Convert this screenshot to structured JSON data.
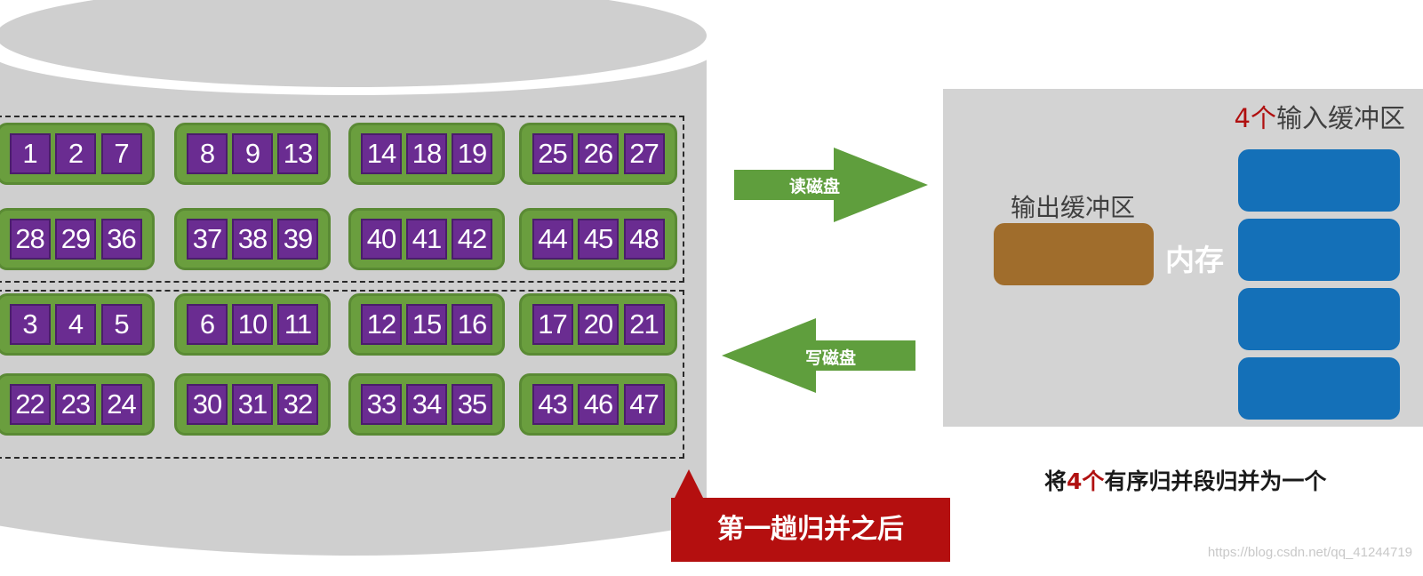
{
  "disk": {
    "groups": [
      {
        "rows": [
          [
            [
              "1",
              "2",
              "7"
            ],
            [
              "8",
              "9",
              "13"
            ],
            [
              "14",
              "18",
              "19"
            ],
            [
              "25",
              "26",
              "27"
            ]
          ],
          [
            [
              "28",
              "29",
              "36"
            ],
            [
              "37",
              "38",
              "39"
            ],
            [
              "40",
              "41",
              "42"
            ],
            [
              "44",
              "45",
              "48"
            ]
          ]
        ]
      },
      {
        "rows": [
          [
            [
              "3",
              "4",
              "5"
            ],
            [
              "6",
              "10",
              "11"
            ],
            [
              "12",
              "15",
              "16"
            ],
            [
              "17",
              "20",
              "21"
            ]
          ],
          [
            [
              "22",
              "23",
              "24"
            ],
            [
              "30",
              "31",
              "32"
            ],
            [
              "33",
              "34",
              "35"
            ],
            [
              "43",
              "46",
              "47"
            ]
          ]
        ]
      }
    ]
  },
  "arrows": {
    "read_label": "读磁盘",
    "write_label": "写磁盘"
  },
  "memory": {
    "input_count": "4个",
    "input_label": "输入缓冲区",
    "output_label": "输出缓冲区",
    "memory_label": "内存"
  },
  "caption": {
    "prefix": "将",
    "count": "4个",
    "suffix": "有序归并段归并为一个"
  },
  "callout": "第一趟归并之后",
  "watermark": "https://blog.csdn.net/qq_41244719",
  "colors": {
    "disk": "#cfcfcf",
    "run": "#6a9e3e",
    "cell": "#6a2c91",
    "arrow": "#5f9e3d",
    "input_buffer": "#1470b8",
    "output_buffer": "#a06d2c",
    "callout": "#b40f0f"
  }
}
